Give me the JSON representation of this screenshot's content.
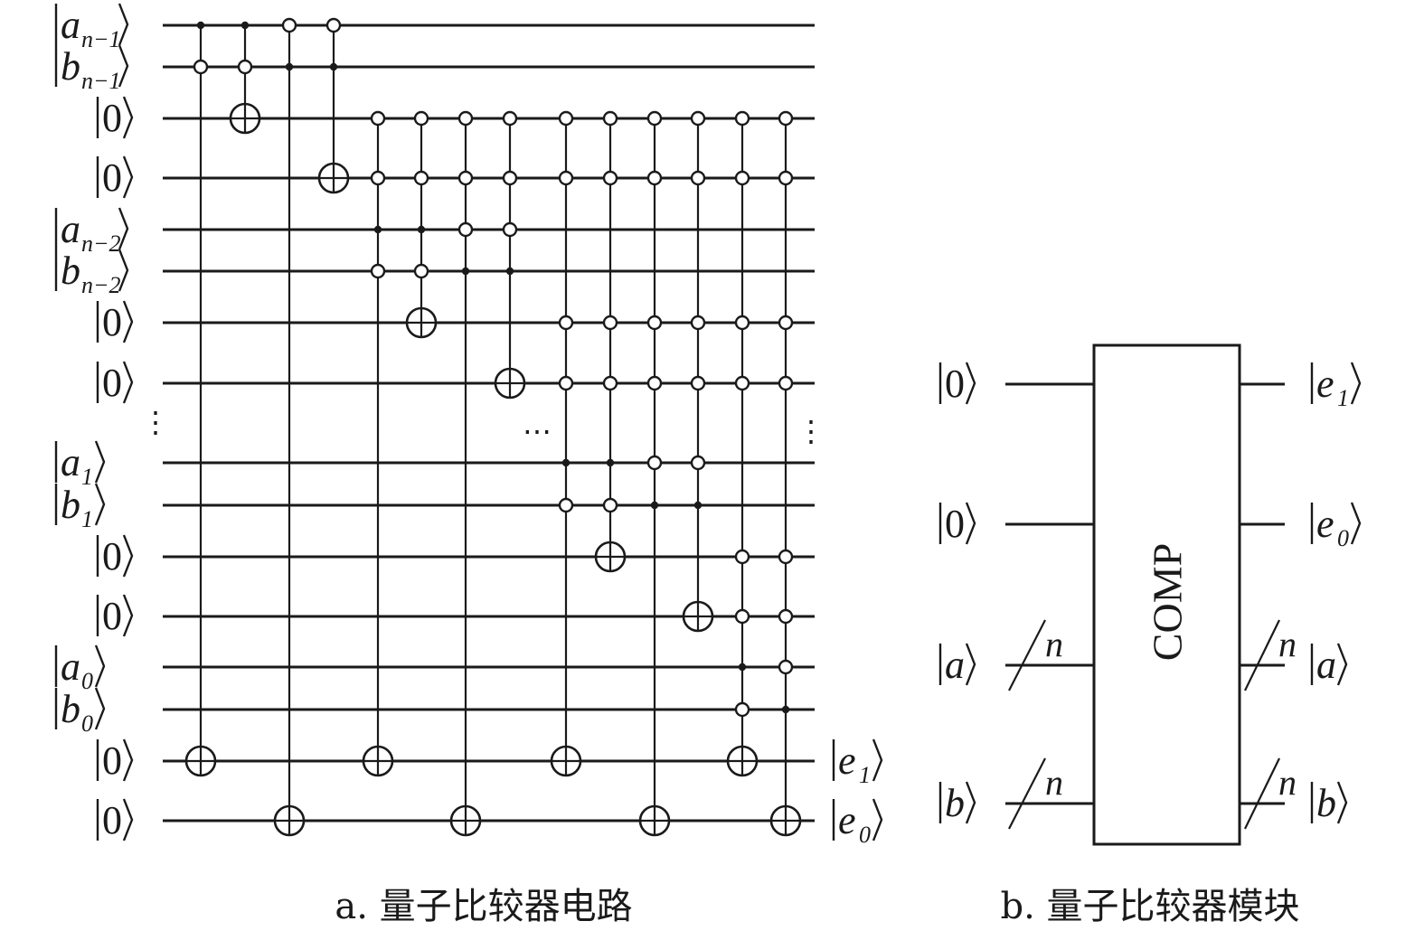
{
  "circuit": {
    "caption": "a. 量子比较器电路",
    "inputs": [
      {
        "main": "a",
        "sub": "n−1"
      },
      {
        "main": "b",
        "sub": "n−1"
      },
      {
        "main": "0",
        "sub": ""
      },
      {
        "main": "0",
        "sub": ""
      },
      {
        "main": "a",
        "sub": "n−2"
      },
      {
        "main": "b",
        "sub": "n−2"
      },
      {
        "main": "0",
        "sub": ""
      },
      {
        "main": "0",
        "sub": ""
      },
      {
        "main": "a",
        "sub": "1"
      },
      {
        "main": "b",
        "sub": "1"
      },
      {
        "main": "0",
        "sub": ""
      },
      {
        "main": "0",
        "sub": ""
      },
      {
        "main": "a",
        "sub": "0"
      },
      {
        "main": "b",
        "sub": "0"
      },
      {
        "main": "0",
        "sub": ""
      },
      {
        "main": "0",
        "sub": ""
      }
    ],
    "outputs": [
      {
        "wire": 14,
        "main": "e",
        "sub": "1"
      },
      {
        "wire": 15,
        "main": "e",
        "sub": "0"
      }
    ],
    "ellipsis_vertical": "⋮",
    "ellipsis_horizontal": "⋯",
    "gates": [
      {
        "controls": [
          [
            0,
            "filled"
          ],
          [
            1,
            "open"
          ]
        ],
        "target": 14
      },
      {
        "controls": [
          [
            0,
            "filled"
          ],
          [
            1,
            "open"
          ]
        ],
        "target": 2
      },
      {
        "controls": [
          [
            0,
            "open"
          ],
          [
            1,
            "filled"
          ]
        ],
        "target": 15
      },
      {
        "controls": [
          [
            0,
            "open"
          ],
          [
            1,
            "filled"
          ]
        ],
        "target": 3
      },
      {
        "controls": [
          [
            2,
            "open"
          ],
          [
            3,
            "open"
          ],
          [
            4,
            "filled"
          ],
          [
            5,
            "open"
          ]
        ],
        "target": 14
      },
      {
        "controls": [
          [
            2,
            "open"
          ],
          [
            3,
            "open"
          ],
          [
            4,
            "filled"
          ],
          [
            5,
            "open"
          ]
        ],
        "target": 6
      },
      {
        "controls": [
          [
            2,
            "open"
          ],
          [
            3,
            "open"
          ],
          [
            4,
            "open"
          ],
          [
            5,
            "filled"
          ]
        ],
        "target": 15
      },
      {
        "controls": [
          [
            2,
            "open"
          ],
          [
            3,
            "open"
          ],
          [
            4,
            "open"
          ],
          [
            5,
            "filled"
          ]
        ],
        "target": 7
      },
      {
        "controls": [
          [
            2,
            "open"
          ],
          [
            3,
            "open"
          ],
          [
            6,
            "open"
          ],
          [
            7,
            "open"
          ],
          [
            8,
            "filled"
          ],
          [
            9,
            "open"
          ]
        ],
        "target": 14
      },
      {
        "controls": [
          [
            2,
            "open"
          ],
          [
            3,
            "open"
          ],
          [
            6,
            "open"
          ],
          [
            7,
            "open"
          ],
          [
            8,
            "filled"
          ],
          [
            9,
            "open"
          ]
        ],
        "target": 10
      },
      {
        "controls": [
          [
            2,
            "open"
          ],
          [
            3,
            "open"
          ],
          [
            6,
            "open"
          ],
          [
            7,
            "open"
          ],
          [
            8,
            "open"
          ],
          [
            9,
            "filled"
          ]
        ],
        "target": 15
      },
      {
        "controls": [
          [
            2,
            "open"
          ],
          [
            3,
            "open"
          ],
          [
            6,
            "open"
          ],
          [
            7,
            "open"
          ],
          [
            8,
            "open"
          ],
          [
            9,
            "filled"
          ]
        ],
        "target": 11
      },
      {
        "controls": [
          [
            2,
            "open"
          ],
          [
            3,
            "open"
          ],
          [
            6,
            "open"
          ],
          [
            7,
            "open"
          ],
          [
            10,
            "open"
          ],
          [
            11,
            "open"
          ],
          [
            12,
            "filled"
          ],
          [
            13,
            "open"
          ]
        ],
        "target": 14
      },
      {
        "controls": [
          [
            2,
            "open"
          ],
          [
            3,
            "open"
          ],
          [
            6,
            "open"
          ],
          [
            7,
            "open"
          ],
          [
            10,
            "open"
          ],
          [
            11,
            "open"
          ],
          [
            12,
            "open"
          ],
          [
            13,
            "filled"
          ]
        ],
        "target": 15
      }
    ]
  },
  "module": {
    "caption": "b. 量子比较器模块",
    "box_label": "COMP",
    "inputs": [
      {
        "main": "0",
        "bus": ""
      },
      {
        "main": "0",
        "bus": ""
      },
      {
        "main": "a",
        "bus": "n"
      },
      {
        "main": "b",
        "bus": "n"
      }
    ],
    "outputs": [
      {
        "main": "e",
        "sub": "1",
        "bus": ""
      },
      {
        "main": "e",
        "sub": "0",
        "bus": ""
      },
      {
        "main": "a",
        "sub": "",
        "bus": "n"
      },
      {
        "main": "b",
        "sub": "",
        "bus": "n"
      }
    ]
  }
}
